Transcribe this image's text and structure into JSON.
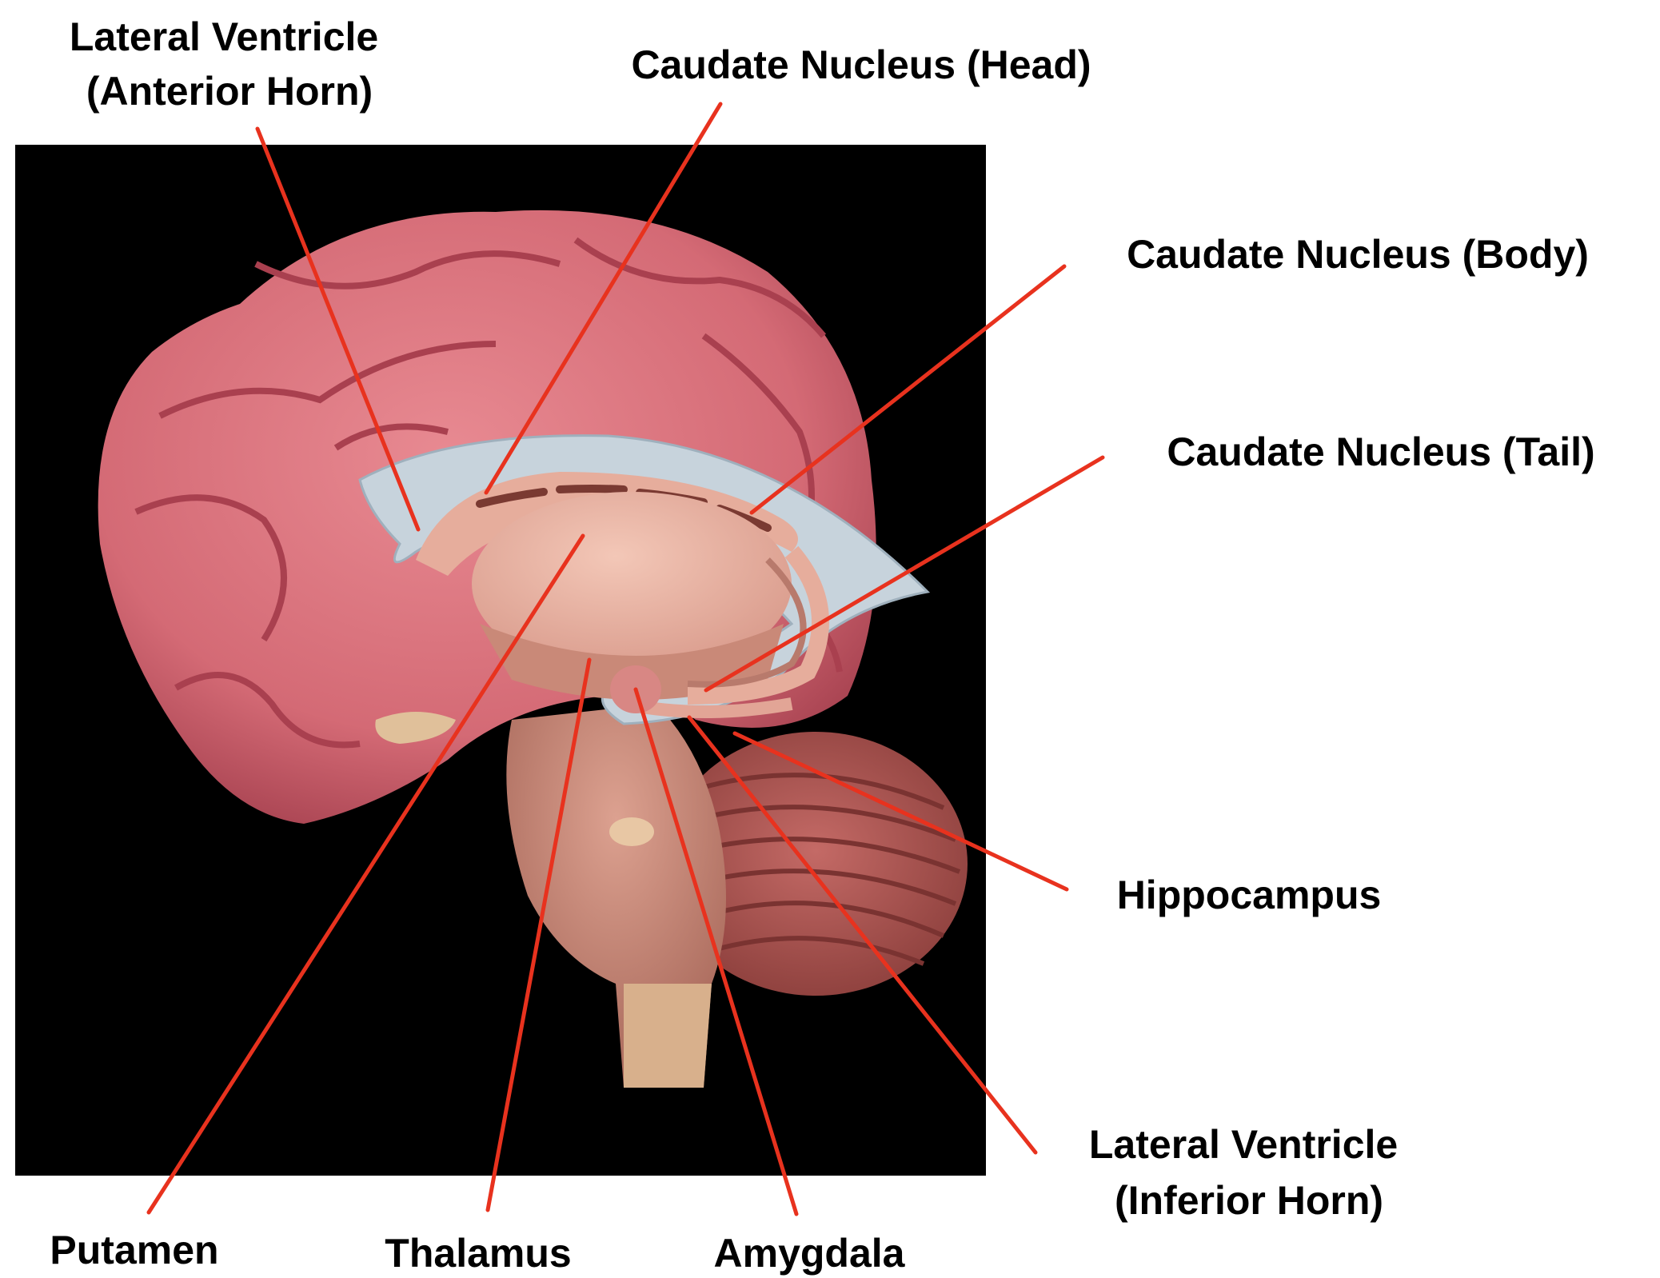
{
  "labels": {
    "lateral_ventricle_anterior": [
      "Lateral Ventricle",
      "(Anterior Horn)"
    ],
    "caudate_head": "Caudate Nucleus (Head)",
    "caudate_body": "Caudate Nucleus (Body)",
    "caudate_tail": "Caudate Nucleus (Tail)",
    "hippocampus": "Hippocampus",
    "lateral_ventricle_inferior": [
      "Lateral Ventricle",
      "(Inferior Horn)"
    ],
    "putamen": "Putamen",
    "thalamus": "Thalamus",
    "amygdala": "Amygdala"
  },
  "colors": {
    "leader_line": "#e8321e",
    "background_panel": "#000000",
    "cortex": "#d9747e",
    "ventricle": "#c7d3dc",
    "caudate": "#e6ad9c",
    "cerebellum": "#b75a56",
    "brainstem": "#d49a80"
  }
}
